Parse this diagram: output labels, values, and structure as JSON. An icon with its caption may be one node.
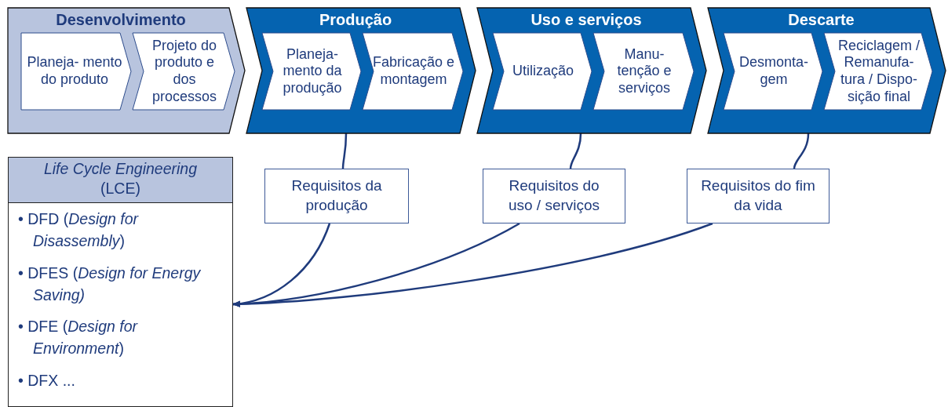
{
  "diagram": {
    "nodes": [
      {
        "text": [
          "Desenvolvimento"
        ]
      },
      {
        "text": [
          "Planeja- mento do produto"
        ],
        "in": 0
      },
      {
        "text": [
          "Projeto do produto e dos processos"
        ],
        "in": 0
      },
      {
        "text": [
          "Produção"
        ]
      },
      {
        "text": [
          "Planeja- mento da produção"
        ],
        "in": 3
      },
      {
        "text": [
          "Fabricação e montagem"
        ],
        "in": 3
      },
      {
        "text": [
          "Uso e serviços"
        ]
      },
      {
        "text": [
          "Utilização"
        ],
        "in": 6
      },
      {
        "text": [
          "Manu- tenção e serviços"
        ],
        "in": 6
      },
      {
        "text": [
          "Descarte"
        ]
      },
      {
        "text": [
          "Desmonta- gem"
        ],
        "in": 9
      },
      {
        "text": [
          "Reciclagem / Remanufa- tura / Dispo- sição final"
        ],
        "in": 9
      },
      {
        "text": [
          "*Life Cycle Engineering* (LCE)",
          "• DFD (*Design for Disassembly*)",
          "• DFES (*Design for Energy Saving)*",
          "• DFE (*Design for Environment*)",
          "• DFX ..."
        ]
      },
      {
        "text": [
          "Requisitos da produção"
        ]
      },
      {
        "text": [
          "Requisitos do uso / serviços"
        ]
      },
      {
        "text": [
          "Requisitos do fim da vida"
        ]
      }
    ],
    "edges": [
      {
        "from": 3,
        "to": 13,
        "arrow": "none"
      },
      {
        "from": 13,
        "to": 12,
        "arrow": "to"
      },
      {
        "from": 6,
        "to": 14,
        "arrow": "none"
      },
      {
        "from": 14,
        "to": 12,
        "arrow": "to"
      },
      {
        "from": 9,
        "to": 15,
        "arrow": "none"
      },
      {
        "from": 15,
        "to": 12,
        "arrow": "to"
      }
    ]
  }
}
